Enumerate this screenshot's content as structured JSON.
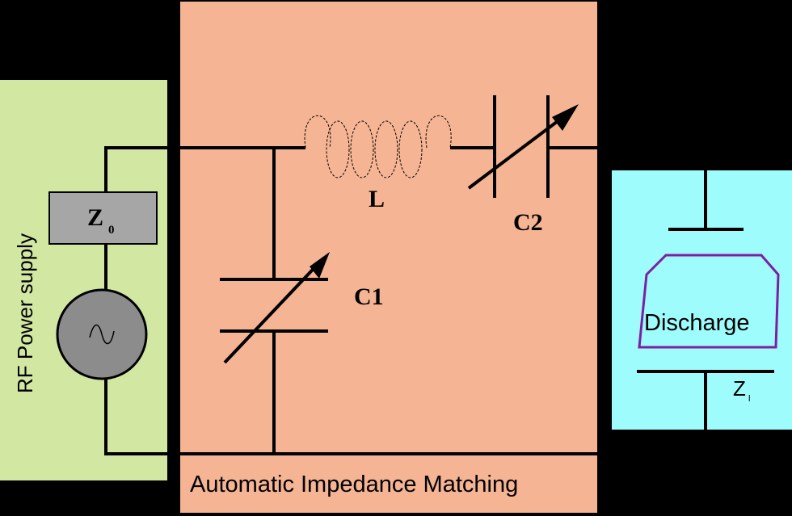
{
  "panels": {
    "rf_supply": {
      "label": "RF Power supply",
      "color": "#d2e7a2"
    },
    "matching": {
      "label": "Automatic Impedance Matching",
      "color": "#f5b493"
    },
    "load": {
      "color": "#9ffcfd"
    }
  },
  "components": {
    "source_impedance": {
      "main": "Z",
      "sub": "0"
    },
    "inductor": "L",
    "capacitor1": "C1",
    "capacitor2": "C2",
    "discharge": "Discharge",
    "load_impedance": {
      "main": "Z",
      "sub": "l"
    }
  },
  "colors": {
    "background": "#000000",
    "wire": "#000000",
    "impedance_box": "#a6a6a6",
    "source_circle": "#8c8c8c",
    "discharge_outline": "#7c1fa3"
  }
}
